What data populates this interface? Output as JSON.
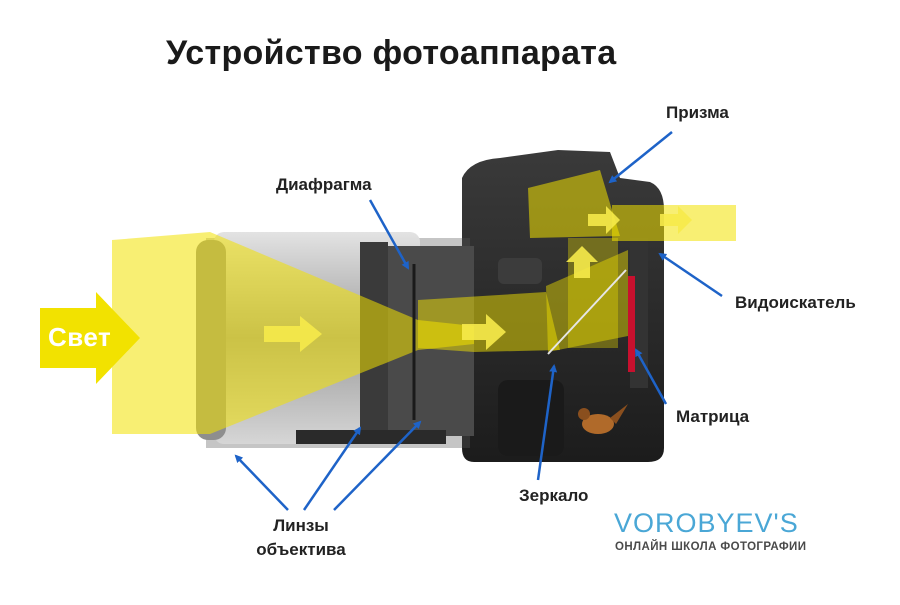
{
  "title": "Устройство фотоаппарата",
  "light_label": "Свет",
  "labels": {
    "prism": "Призма",
    "aperture": "Диафрагма",
    "viewfinder": "Видоискатель",
    "sensor": "Матрица",
    "mirror": "Зеркало",
    "lenses_line1": "Линзы",
    "lenses_line2": "объектива"
  },
  "brand": {
    "name": "VOROBYEV'S",
    "tagline": "ОНЛАЙН ШКОЛА ФОТОГРАФИИ"
  },
  "colors": {
    "light": "#f2e200",
    "arrow": "#1e63c8",
    "camera_body": "#2b2b2b",
    "lens_barrel": "#b9b9b9",
    "sensor": "#c8102e",
    "brand": "#4aa7d6"
  }
}
